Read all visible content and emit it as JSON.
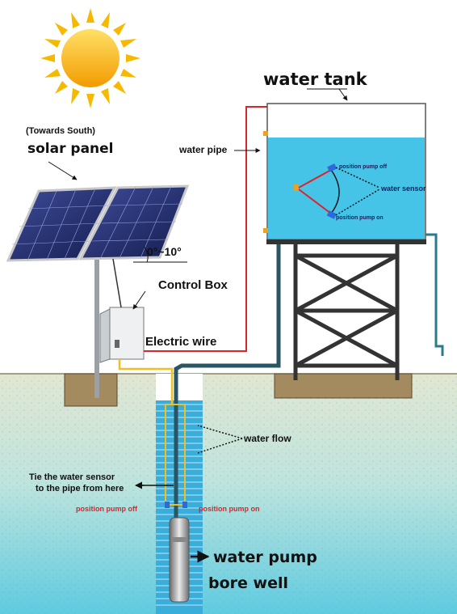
{
  "labels": {
    "water_tank": "water tank",
    "water_pipe": "water pipe",
    "position_pump_off_tank": "position pump off",
    "water_sensor": "water sensor",
    "position_pump_on_tank": "position pump on",
    "towards_south": "(Towards South)",
    "solar_panel": "solar panel",
    "tilt_angle": "0°~10°",
    "control_box": "Control Box",
    "electric_wire": "Electric wire",
    "water_flow": "water flow",
    "tie_sensor_line1": "Tie the water sensor",
    "tie_sensor_line2": "to the pipe from here",
    "position_pump_off_well": "position pump off",
    "position_pump_on_well": "position pump on",
    "water_pump": "water pump",
    "bore_well": "bore well"
  },
  "colors": {
    "sky": "#ffffff",
    "soil": "#e8e3cc",
    "groundwater": "#7fd3df",
    "tank_water": "#46c4e8",
    "pipe": "#2a7b8c",
    "electric_wire": "#d8262a",
    "sun": "#f7b900",
    "panel": "#1f2a6e"
  },
  "icons": [
    "sun-icon",
    "solar-panel-icon",
    "control-box-icon",
    "water-pump-icon",
    "water-tank-icon",
    "float-sensor-icon"
  ]
}
